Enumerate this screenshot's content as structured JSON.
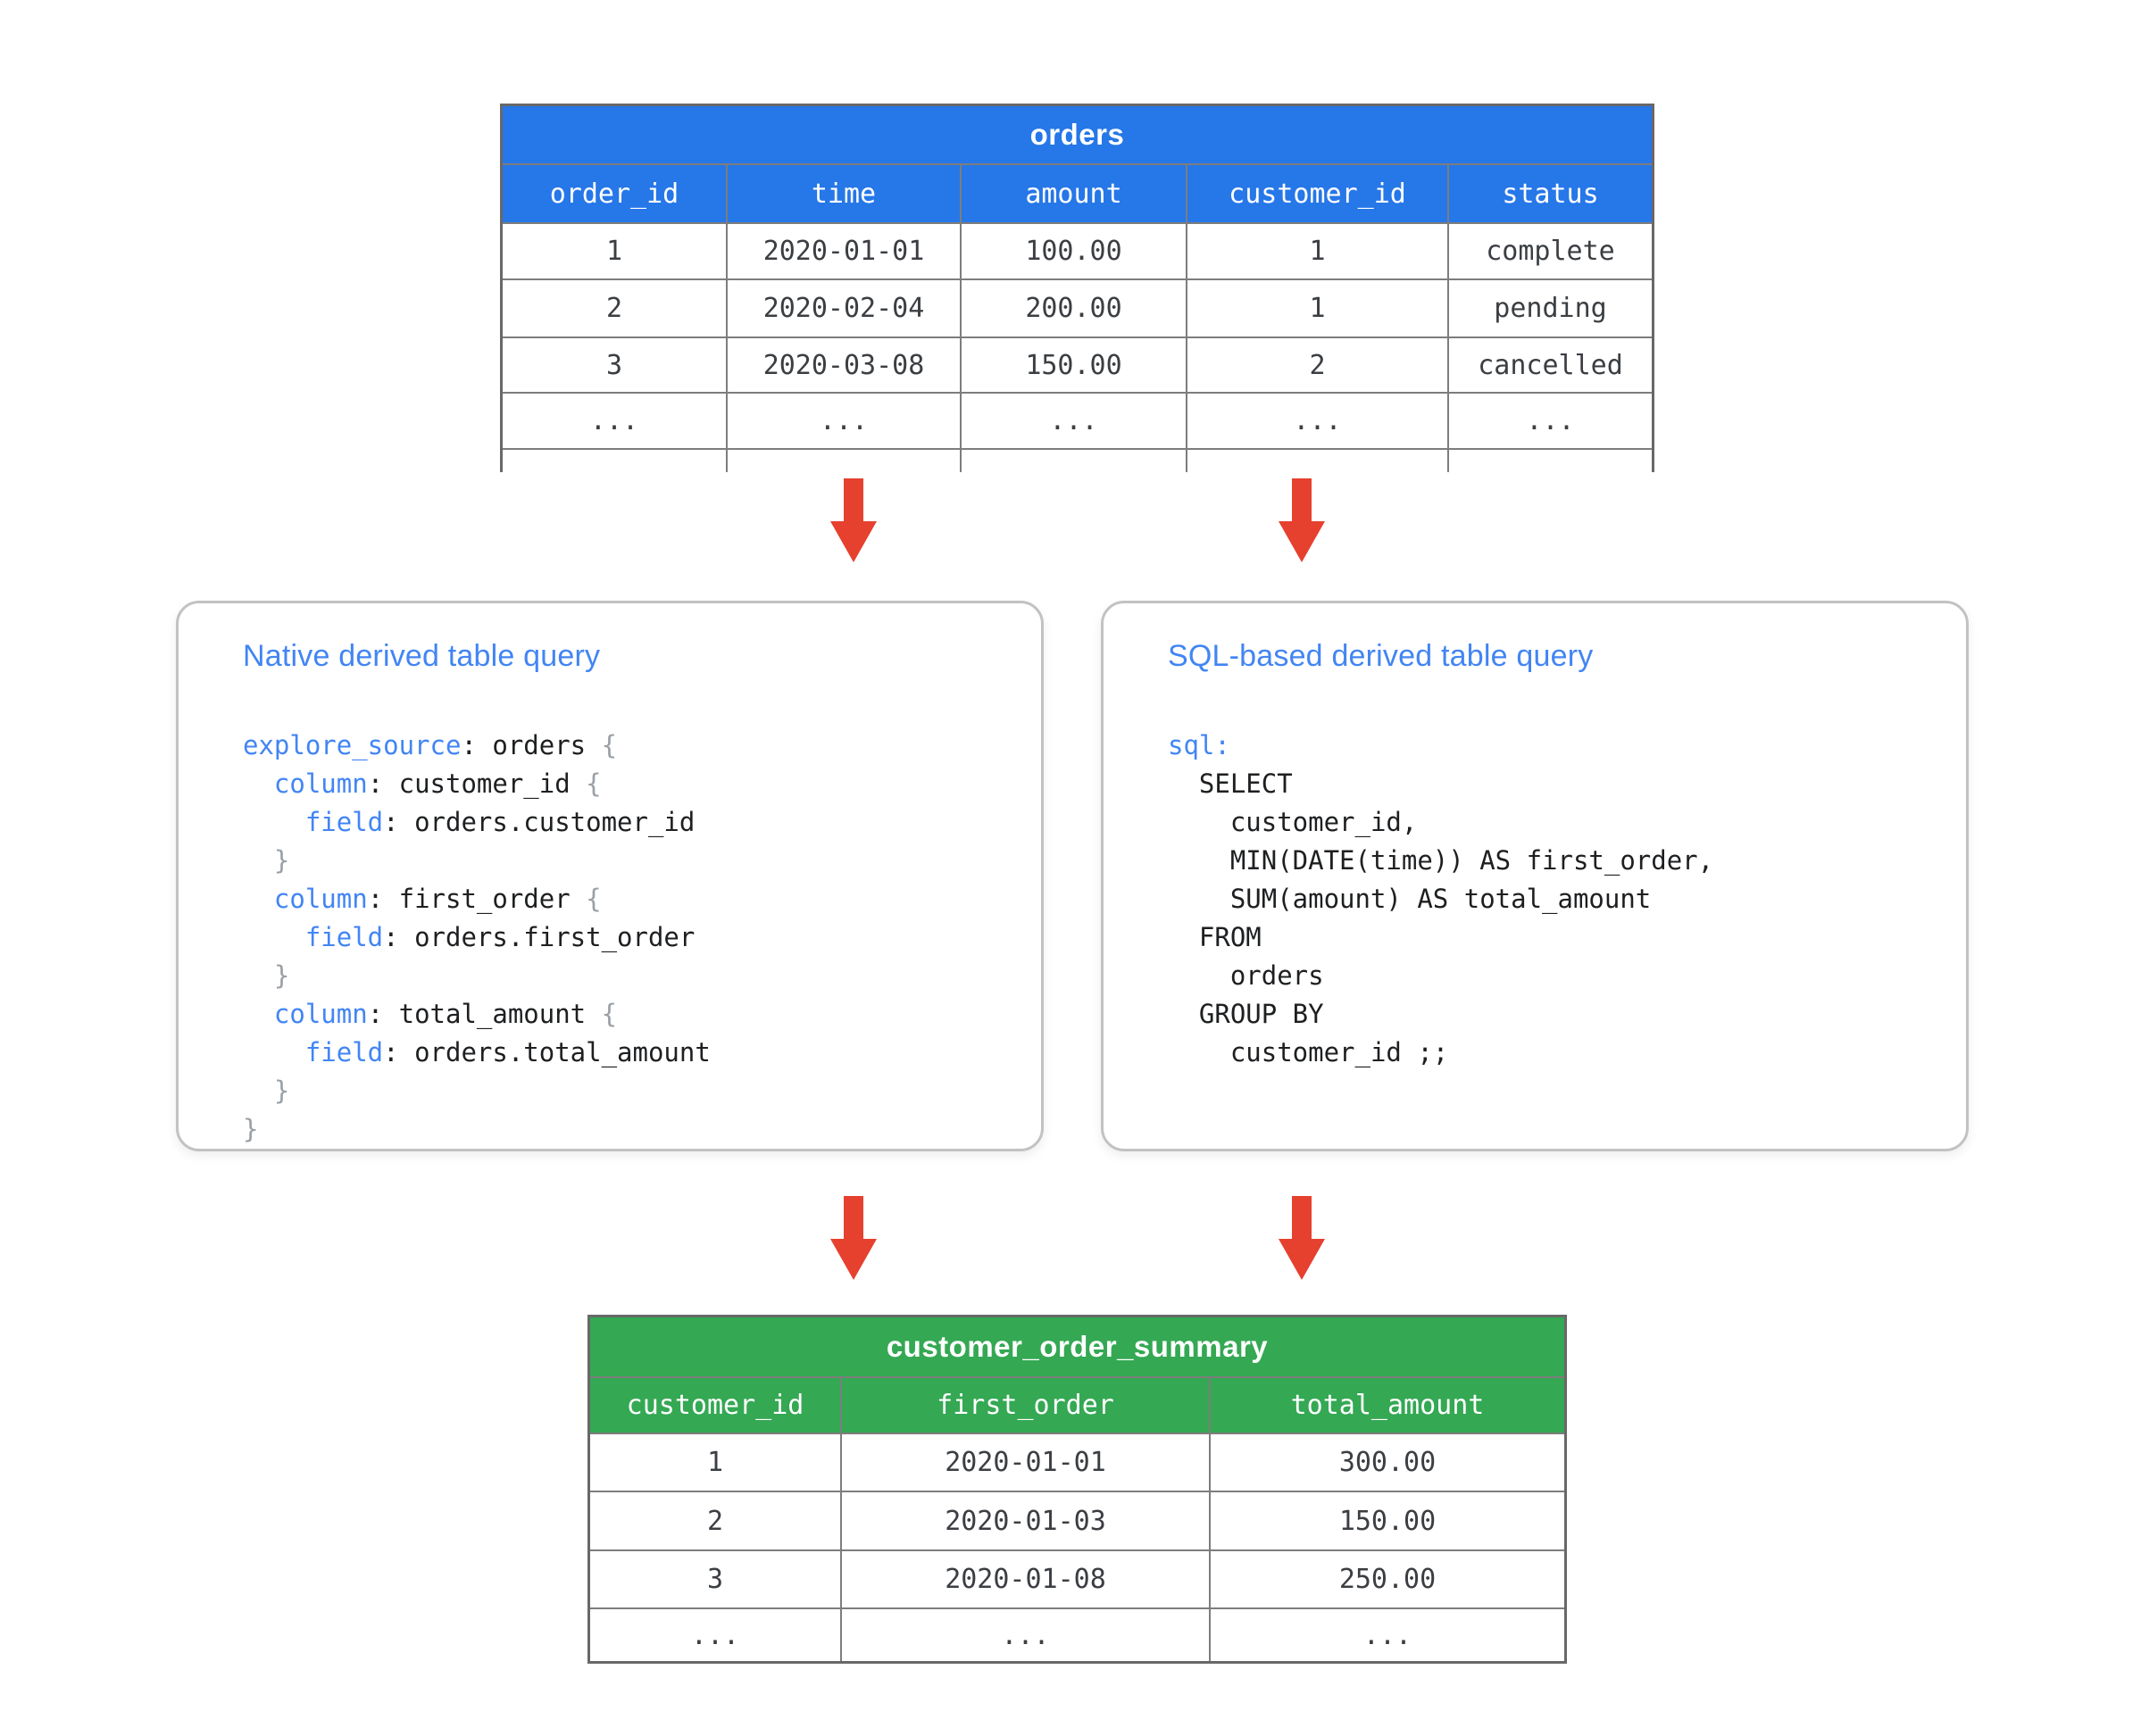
{
  "orders_table": {
    "title": "orders",
    "columns": [
      "order_id",
      "time",
      "amount",
      "customer_id",
      "status"
    ],
    "rows": [
      [
        "1",
        "2020-01-01",
        "100.00",
        "1",
        "complete"
      ],
      [
        "2",
        "2020-02-04",
        "200.00",
        "1",
        "pending"
      ],
      [
        "3",
        "2020-03-08",
        "150.00",
        "2",
        "cancelled"
      ],
      [
        "...",
        "...",
        "...",
        "...",
        "..."
      ]
    ]
  },
  "native_box": {
    "title": "Native derived table query",
    "code": [
      [
        {
          "c": "kw",
          "t": "explore_source"
        },
        {
          "c": "pl",
          "t": ": orders "
        },
        {
          "c": "br",
          "t": "{"
        }
      ],
      [
        {
          "c": "pl",
          "t": "  "
        },
        {
          "c": "kw",
          "t": "column"
        },
        {
          "c": "pl",
          "t": ": customer_id "
        },
        {
          "c": "br",
          "t": "{"
        }
      ],
      [
        {
          "c": "pl",
          "t": "    "
        },
        {
          "c": "kw",
          "t": "field"
        },
        {
          "c": "pl",
          "t": ": orders.customer_id"
        }
      ],
      [
        {
          "c": "br",
          "t": "  }"
        }
      ],
      [
        {
          "c": "pl",
          "t": "  "
        },
        {
          "c": "kw",
          "t": "column"
        },
        {
          "c": "pl",
          "t": ": first_order "
        },
        {
          "c": "br",
          "t": "{"
        }
      ],
      [
        {
          "c": "pl",
          "t": "    "
        },
        {
          "c": "kw",
          "t": "field"
        },
        {
          "c": "pl",
          "t": ": orders.first_order"
        }
      ],
      [
        {
          "c": "br",
          "t": "  }"
        }
      ],
      [
        {
          "c": "pl",
          "t": "  "
        },
        {
          "c": "kw",
          "t": "column"
        },
        {
          "c": "pl",
          "t": ": total_amount "
        },
        {
          "c": "br",
          "t": "{"
        }
      ],
      [
        {
          "c": "pl",
          "t": "    "
        },
        {
          "c": "kw",
          "t": "field"
        },
        {
          "c": "pl",
          "t": ": orders.total_amount"
        }
      ],
      [
        {
          "c": "br",
          "t": "  }"
        }
      ],
      [
        {
          "c": "br",
          "t": "}"
        }
      ]
    ]
  },
  "sql_box": {
    "title": "SQL-based derived table query",
    "code": [
      [
        {
          "c": "kw",
          "t": "sql:"
        }
      ],
      [
        {
          "c": "pl",
          "t": "  SELECT"
        }
      ],
      [
        {
          "c": "pl",
          "t": "    customer_id,"
        }
      ],
      [
        {
          "c": "pl",
          "t": "    MIN(DATE(time)) AS first_order,"
        }
      ],
      [
        {
          "c": "pl",
          "t": "    SUM(amount) AS total_amount"
        }
      ],
      [
        {
          "c": "pl",
          "t": "  FROM"
        }
      ],
      [
        {
          "c": "pl",
          "t": "    orders"
        }
      ],
      [
        {
          "c": "pl",
          "t": "  GROUP BY"
        }
      ],
      [
        {
          "c": "pl",
          "t": "    customer_id ;;"
        }
      ]
    ]
  },
  "summary_table": {
    "title": "customer_order_summary",
    "columns": [
      "customer_id",
      "first_order",
      "total_amount"
    ],
    "rows": [
      [
        "1",
        "2020-01-01",
        "300.00"
      ],
      [
        "2",
        "2020-01-03",
        "150.00"
      ],
      [
        "3",
        "2020-01-08",
        "250.00"
      ],
      [
        "...",
        "...",
        "..."
      ]
    ]
  },
  "arrows": {
    "direction": "down",
    "color": "#e6402f",
    "count": 4
  },
  "colors": {
    "orders_header_blue": "#2677e8",
    "summary_header_green": "#34a853",
    "arrow_red": "#e6402f",
    "keyword_blue": "#4285f4",
    "table_line_gray": "#7d7d7d",
    "box_border_gray": "#c2c2c2"
  }
}
